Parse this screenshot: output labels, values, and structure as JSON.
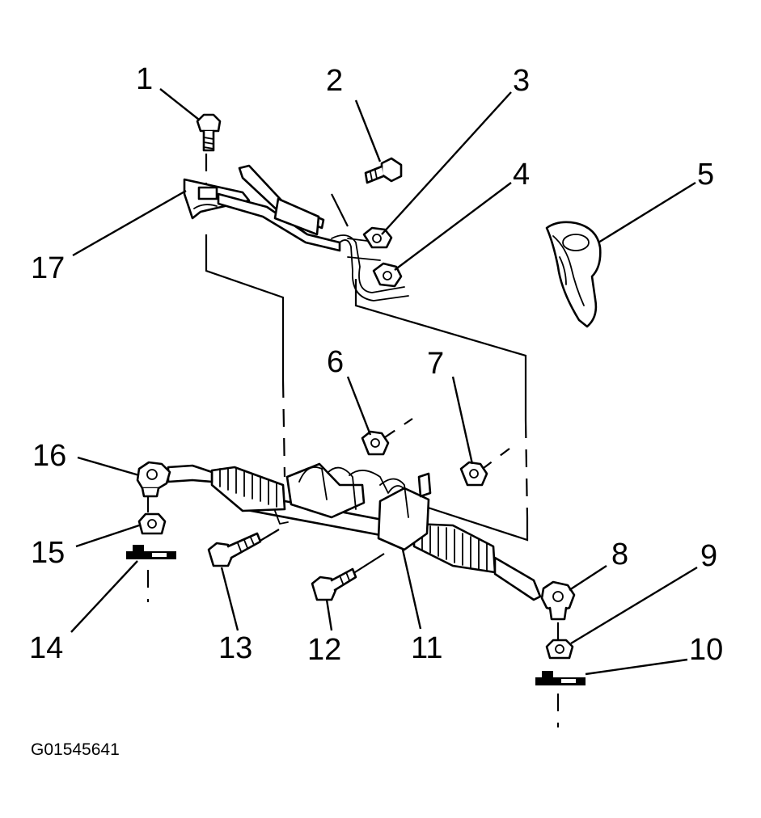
{
  "callouts": [
    {
      "id": "c1",
      "label": "1"
    },
    {
      "id": "c2",
      "label": "2"
    },
    {
      "id": "c3",
      "label": "3"
    },
    {
      "id": "c4",
      "label": "4"
    },
    {
      "id": "c5",
      "label": "5"
    },
    {
      "id": "c6",
      "label": "6"
    },
    {
      "id": "c7",
      "label": "7"
    },
    {
      "id": "c8",
      "label": "8"
    },
    {
      "id": "c9",
      "label": "9"
    },
    {
      "id": "c10",
      "label": "10"
    },
    {
      "id": "c11",
      "label": "11"
    },
    {
      "id": "c12",
      "label": "12"
    },
    {
      "id": "c13",
      "label": "13"
    },
    {
      "id": "c14",
      "label": "14"
    },
    {
      "id": "c15",
      "label": "15"
    },
    {
      "id": "c16",
      "label": "16"
    },
    {
      "id": "c17",
      "label": "17"
    }
  ],
  "figure_id": "G01545641"
}
